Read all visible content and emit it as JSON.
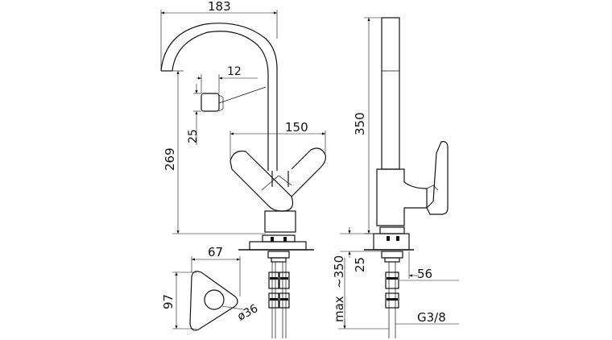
{
  "drawing": {
    "front_view": {
      "dims": {
        "spout_reach": "183",
        "aerator_width": "12",
        "aerator_height": "25",
        "handle_span": "150",
        "spout_height": "269"
      }
    },
    "side_view": {
      "dims": {
        "total_height": "350",
        "base_height": "25",
        "hose_length": "~350",
        "hose_prefix": "max",
        "base_depth": "56",
        "connection_thread": "G3/8"
      }
    },
    "base_plate_view": {
      "dims": {
        "width": "67",
        "height": "97",
        "hole_diameter": "ø36"
      }
    }
  }
}
